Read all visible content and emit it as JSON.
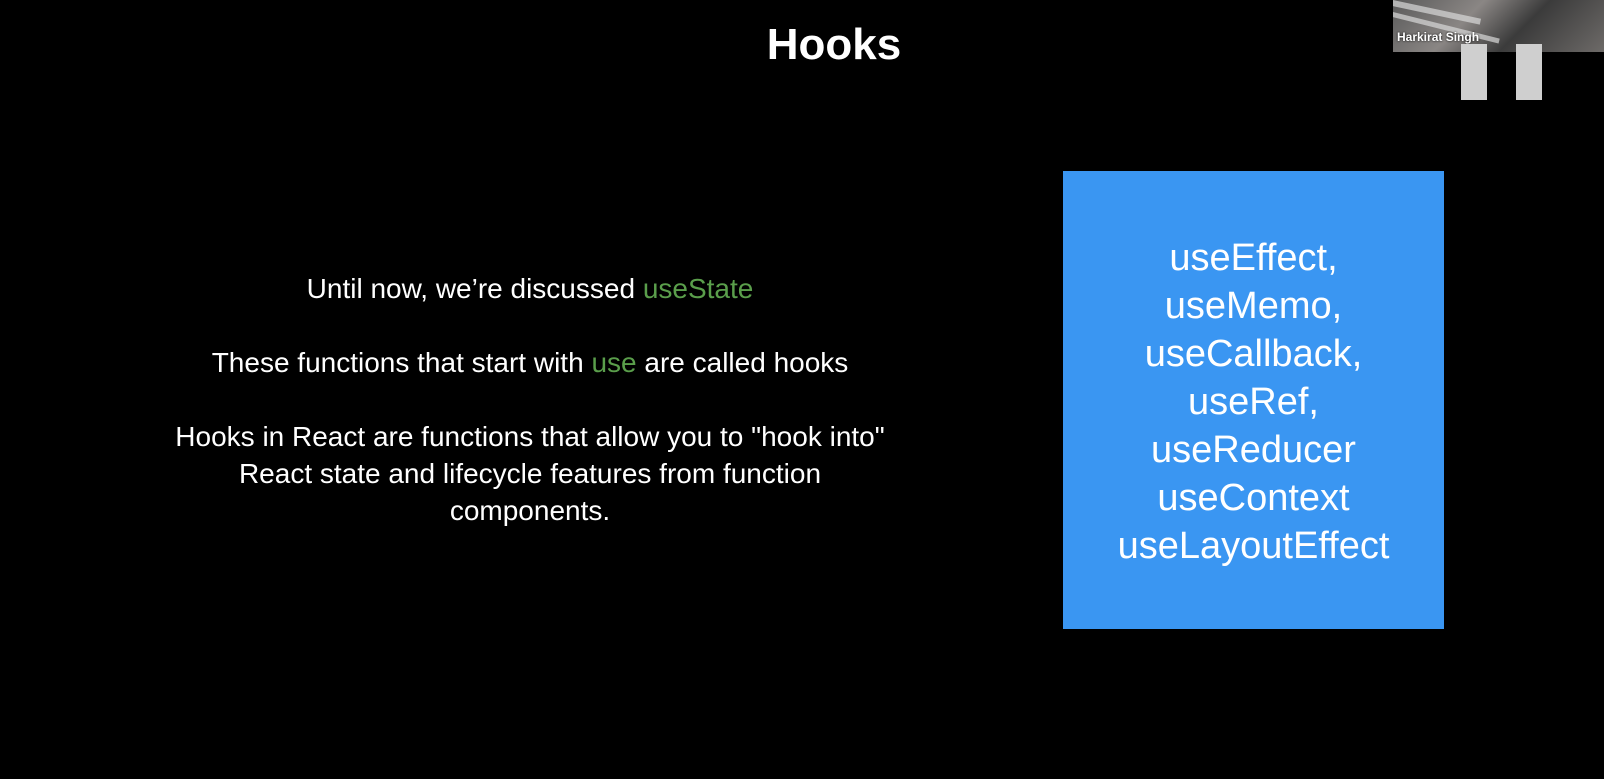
{
  "slide": {
    "title": "Hooks",
    "paragraph1": {
      "before": "Until now, we’re discussed ",
      "highlight": "useState",
      "after": ""
    },
    "paragraph2": {
      "before": "These functions that start with ",
      "highlight": "use",
      "after": " are called hooks"
    },
    "paragraph3": "Hooks in React are functions that allow you to \"hook into\" React state and lifecycle features from function components.",
    "hooks_list": [
      "useEffect,",
      "useMemo,",
      "useCallback,",
      "useRef,",
      "useReducer",
      "useContext",
      "useLayoutEffect"
    ]
  },
  "webcam": {
    "presenter_name": "Harkirat Singh"
  },
  "colors": {
    "background": "#000000",
    "accent_green": "#5a9e4b",
    "hooks_box": "#3a96f2"
  }
}
